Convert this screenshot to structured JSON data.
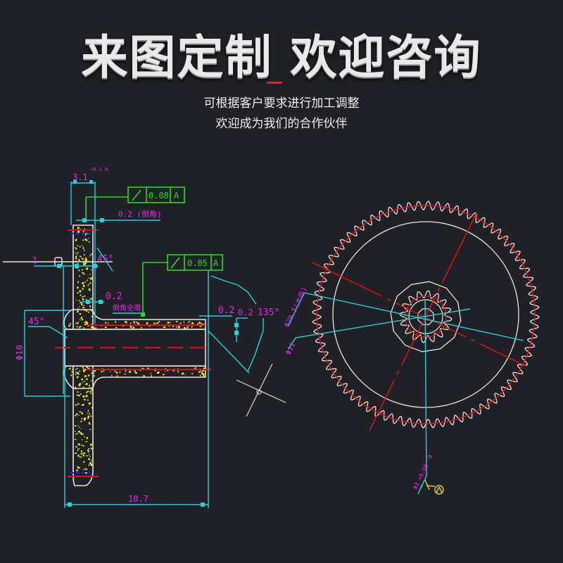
{
  "header": {
    "title": "来图定制 欢迎咨询",
    "subtitle_line1": "可根据客户要求进行加工调整",
    "subtitle_line2": "欢迎成为我们的合作伙伴",
    "accent_color": "#d42a2a"
  },
  "drawing_left": {
    "dim_top": "3.1",
    "dim_top_tol": "+0.1 0",
    "gdt_frame_1": {
      "symbol": "circular-runout-icon",
      "value": "0.08",
      "datum": "A"
    },
    "gdt_frame_2": {
      "symbol": "circular-runout-icon",
      "value": "0.05",
      "datum": "A"
    },
    "note_chamfer_top": "0.2 (倒角)",
    "chamfer_angle_top": "45°",
    "chamfer_angle_left": "45°",
    "dim_left_small": "1",
    "dim_mid": "0.2",
    "note_mid": "倒角全周",
    "dim_right_1": "0.2",
    "dim_right_2": "0.2",
    "angle_right": "135°",
    "dim_diameter": "Φ10",
    "dim_length": "18.7"
  },
  "drawing_right": {
    "label_pitch_dia": "Φ29.5(大齿)",
    "label_small_dia": "Φ11",
    "label_bore": "Φ3 +0.08 -0",
    "colors": {
      "outline": "#e6e6e6",
      "center": "#e01010",
      "dimension": "#22d3dd",
      "text": "#ee22ee",
      "gdt": "#22dd22",
      "hatch": "#f2ee1a"
    }
  }
}
